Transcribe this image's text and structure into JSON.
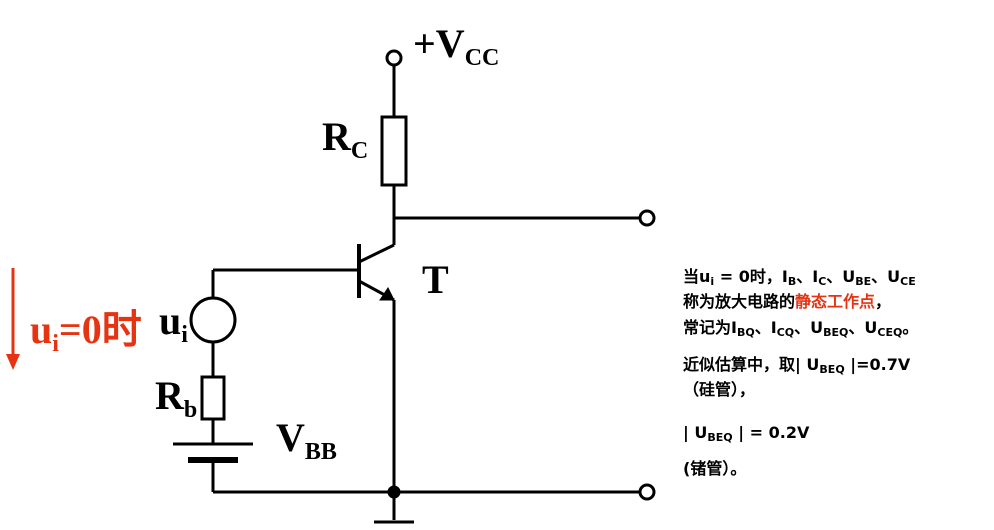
{
  "diagram": {
    "vcc_label": "+V",
    "vcc_sub": "CC",
    "rc_label": "R",
    "rc_sub": "C",
    "transistor_label": "T",
    "ui_label": "u",
    "ui_sub": "i",
    "rb_label": "R",
    "rb_sub": "b",
    "vbb_label": "V",
    "vbb_sub": "BB",
    "condition_prefix": "u",
    "condition_sub": "i",
    "condition_suffix": "=0时",
    "accent_color": "#e63312"
  },
  "notes": {
    "line1_a": "当u",
    "line1_a_sub": "i",
    "line1_b": " = 0时，I",
    "line1_b_sub": "B",
    "line1_c": "、I",
    "line1_c_sub": "C",
    "line1_d": "、U",
    "line1_d_sub": "BE",
    "line1_e": "、U",
    "line1_e_sub": "CE",
    "line2_a": "称为放大电路的",
    "line2_highlight": "静态工作点",
    "line2_b": "，",
    "line3_a": "常记为I",
    "line3_a_sub": "BQ",
    "line3_b": "、I",
    "line3_b_sub": "CQ",
    "line3_c": "、U",
    "line3_c_sub": "BEQ",
    "line3_d": "、U",
    "line3_d_sub": "CEQ",
    "line3_e": "。",
    "line4_a": "近似估算中，取| U",
    "line4_a_sub": "BEQ",
    "line4_b": " |=0.7V",
    "line5": "（硅管），",
    "line6_a": "| U",
    "line6_a_sub": "BEQ",
    "line6_b": " | = 0.2V",
    "line7": "(锗管）。"
  }
}
